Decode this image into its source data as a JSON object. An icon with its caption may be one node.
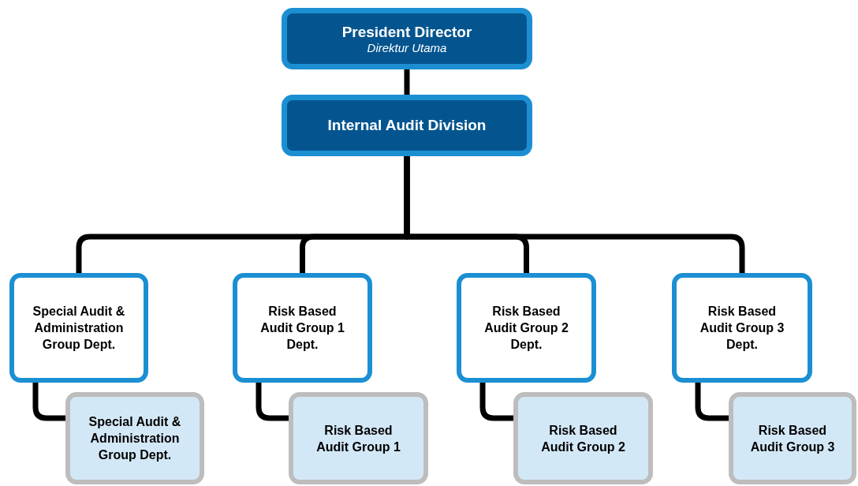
{
  "diagram": {
    "nodes": [
      {
        "text": [
          "President Director",
          "Direktur Utama"
        ]
      },
      {
        "text": [
          "Internal Audit Division"
        ]
      },
      {
        "text": [
          "Special Audit & Administration Group Dept."
        ]
      },
      {
        "text": [
          "Special Audit & Administration Group Dept."
        ]
      },
      {
        "text": [
          "Risk Based Audit Group 1 Dept."
        ]
      },
      {
        "text": [
          "Risk Based Audit Group 1"
        ]
      },
      {
        "text": [
          "Risk Based Audit Group 2 Dept."
        ]
      },
      {
        "text": [
          "Risk Based Audit Group 2"
        ]
      },
      {
        "text": [
          "Risk Based Audit Group 3 Dept."
        ]
      },
      {
        "text": [
          "Risk Based Audit Group 3"
        ]
      }
    ],
    "edges": [
      {
        "from": 0,
        "to": 1,
        "arrow": "none"
      },
      {
        "from": 1,
        "to": 2,
        "arrow": "none"
      },
      {
        "from": 1,
        "to": 4,
        "arrow": "none"
      },
      {
        "from": 1,
        "to": 6,
        "arrow": "none"
      },
      {
        "from": 1,
        "to": 8,
        "arrow": "none"
      },
      {
        "from": 2,
        "to": 3,
        "arrow": "none"
      },
      {
        "from": 4,
        "to": 5,
        "arrow": "none"
      },
      {
        "from": 6,
        "to": 7,
        "arrow": "none"
      },
      {
        "from": 8,
        "to": 9,
        "arrow": "none"
      }
    ]
  }
}
